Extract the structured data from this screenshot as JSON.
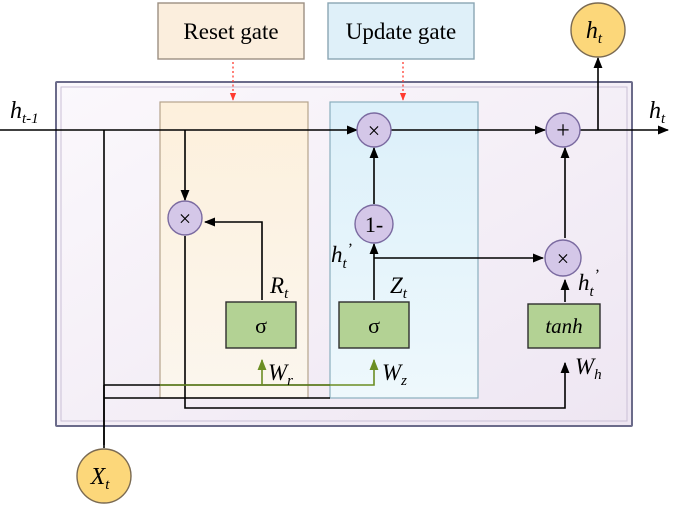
{
  "gates": {
    "reset_label": "Reset gate",
    "update_label": "Update gate"
  },
  "inputs": {
    "h_prev": {
      "base": "h",
      "sub": "t-1"
    },
    "x": {
      "base": "X",
      "sub": "t"
    }
  },
  "outputs": {
    "h_top": {
      "base": "h",
      "sub": "t"
    },
    "h_right": {
      "base": "h",
      "sub": "t"
    }
  },
  "ops": {
    "multiply": "×",
    "add": "+",
    "one_minus": "1-",
    "sigma": "σ",
    "tanh": "tanh"
  },
  "labels": {
    "r": {
      "base": "R",
      "sub": "t"
    },
    "z": {
      "base": "Z",
      "sub": "t"
    },
    "w_r": {
      "base": "W",
      "sub": "r"
    },
    "w_z": {
      "base": "W",
      "sub": "z"
    },
    "w_h": {
      "base": "W",
      "sub": "h"
    },
    "h_cand_left": {
      "base": "h",
      "sub": "t",
      "prime": "’"
    },
    "h_cand_right": {
      "base": "h",
      "sub": "t",
      "prime": "’"
    }
  },
  "colors": {
    "outer_fill": "#f6f0f8",
    "outer_stroke": "#6b6b8a",
    "reset_fill": "#fdf1e1",
    "update_fill": "#e1f2fa",
    "op_fill": "#d4c7e8",
    "op_stroke": "#7a6aa0",
    "act_fill": "#b3d294",
    "io_fill": "#fcd77a",
    "gate_label_fill": "#fbeedd"
  }
}
